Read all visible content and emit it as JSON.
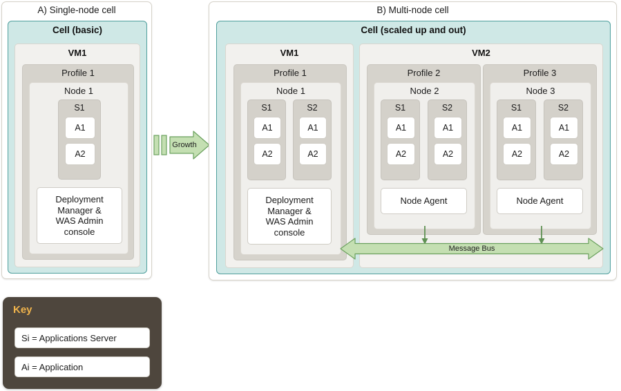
{
  "colors": {
    "cell_fill": "#cfe8e6",
    "cell_border": "#4e9e9c",
    "vm_fill": "#f2f1ee",
    "profile_fill": "#d6d3cc",
    "node_fill": "#f0efec",
    "server_fill": "#d4d1ca",
    "app_fill": "#ffffff",
    "arrow_fill": "#c4dfb2",
    "arrow_border": "#6ba15e",
    "key_fill": "#4e463d",
    "key_title": "#f0b44c"
  },
  "panel_a": {
    "title": "A) Single-node cell",
    "cell_title": "Cell (basic)",
    "vm": {
      "title": "VM1",
      "profile": {
        "title": "Profile 1",
        "node": {
          "title": "Node 1",
          "servers": [
            {
              "title": "S1",
              "apps": [
                "A1",
                "A2"
              ]
            }
          ],
          "extra_box": "Deployment\nManager &\nWAS Admin\nconsole"
        }
      }
    }
  },
  "growth": {
    "label": "Growth"
  },
  "panel_b": {
    "title": "B) Multi-node cell",
    "cell_title": "Cell (scaled up and out)",
    "vm1": {
      "title": "VM1",
      "profile": {
        "title": "Profile 1",
        "node": {
          "title": "Node 1",
          "servers": [
            {
              "title": "S1",
              "apps": [
                "A1",
                "A2"
              ]
            },
            {
              "title": "S2",
              "apps": [
                "A1",
                "A2"
              ]
            }
          ],
          "extra_box": "Deployment\nManager &\nWAS Admin\nconsole"
        }
      }
    },
    "vm2": {
      "title": "VM2",
      "profiles": [
        {
          "title": "Profile 2",
          "node": {
            "title": "Node 2",
            "servers": [
              {
                "title": "S1",
                "apps": [
                  "A1",
                  "A2"
                ]
              },
              {
                "title": "S2",
                "apps": [
                  "A1",
                  "A2"
                ]
              }
            ],
            "extra_box": "Node Agent"
          }
        },
        {
          "title": "Profile 3",
          "node": {
            "title": "Node 3",
            "servers": [
              {
                "title": "S1",
                "apps": [
                  "A1",
                  "A2"
                ]
              },
              {
                "title": "S2",
                "apps": [
                  "A1",
                  "A2"
                ]
              }
            ],
            "extra_box": "Node Agent"
          }
        }
      ]
    },
    "message_bus": {
      "label": "Message Bus"
    }
  },
  "key": {
    "title": "Key",
    "items": [
      "Si = Applications Server",
      "Ai = Application"
    ]
  }
}
